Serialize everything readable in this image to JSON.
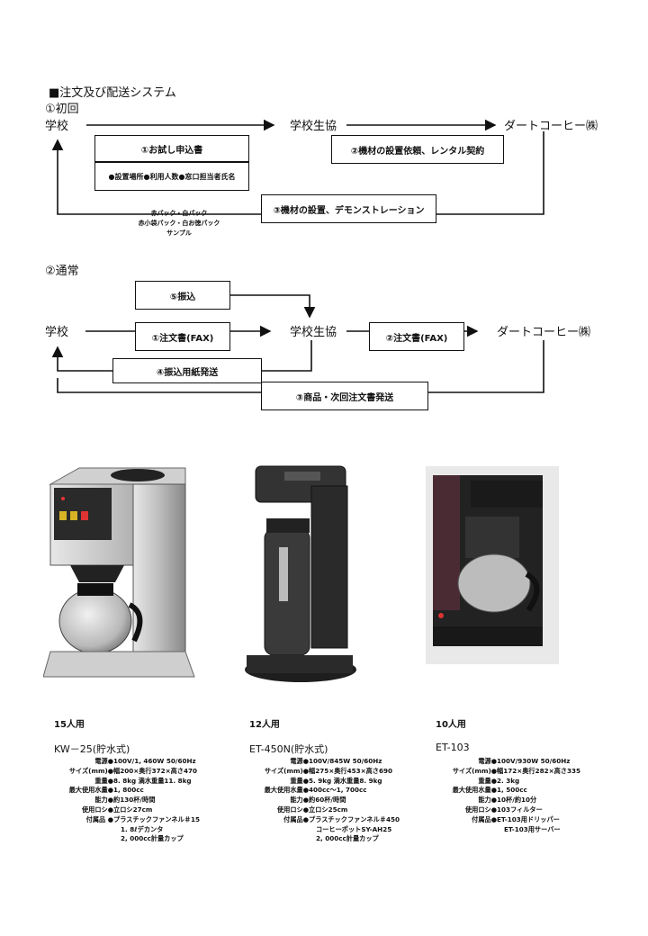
{
  "section_title": "■注文及び配送システム",
  "flow1": {
    "heading": "①初回",
    "school": "学校",
    "coop": "学校生協",
    "dart": "ダートコーヒー㈱",
    "box_trial": "①お試し申込書",
    "box_trial_sub": "●設置場所●利用人数●窓口担当者氏名",
    "box_setup": "②機材の設置依頼、レンタル契約",
    "box_demo": "③機材の設置、デモンストレーション",
    "samples": [
      "赤パック・白パック",
      "赤小袋パック・白お徳パック",
      "サンプル"
    ]
  },
  "flow2": {
    "heading": "②通常",
    "school": "学校",
    "coop": "学校生協",
    "dart": "ダートコーヒー㈱",
    "box_transfer": "⑤振込",
    "box_order_fax": "①注文書(FAX)",
    "box_order_fax2": "②注文書(FAX)",
    "box_slip": "④振込用紙発送",
    "box_goods": "③商品・次回注文書発送"
  },
  "products": [
    {
      "capacity": "15人用",
      "model": "KW－25(貯水式)",
      "specs": [
        [
          "電源●",
          "100V/1, 460W 50/60Hz"
        ],
        [
          "サイズ(mm)●",
          "幅200×奥行372×高さ470"
        ],
        [
          "重量●",
          "8. 8kg 満水重量11. 8kg"
        ],
        [
          "最大使用水量●",
          "1, 800cc"
        ],
        [
          "能力●",
          "約130杯/時間"
        ],
        [
          "使用ロシ●",
          "立ロシ27cm"
        ],
        [
          "付属品 ●",
          "プラスチックファンネル＃15"
        ],
        [
          "",
          "1. 8ℓデカンタ"
        ],
        [
          "",
          "2, 000cc計量カップ"
        ]
      ]
    },
    {
      "capacity": "12人用",
      "model": "ET-450N(貯水式)",
      "specs": [
        [
          "電源●",
          "100V/845W 50/60Hz"
        ],
        [
          "サイズ(mm)●",
          "幅275×奥行453×高さ690"
        ],
        [
          "重量●",
          "5. 9kg 満水重量8. 9kg"
        ],
        [
          "最大使用水量●",
          "400cc～1, 700cc"
        ],
        [
          "能力●",
          "約60杯/時間"
        ],
        [
          "使用ロシ●",
          "立ロシ25cm"
        ],
        [
          "付属品●",
          "プラスチックファンネル＃450"
        ],
        [
          "",
          "コーヒーポットSY-AH25"
        ],
        [
          "",
          "2, 000cc計量カップ"
        ]
      ]
    },
    {
      "capacity": "10人用",
      "model": "ET-103",
      "specs": [
        [
          "電源●",
          "100V/930W 50/60Hz"
        ],
        [
          "サイズ(mm)●",
          "幅172×奥行282×高さ335"
        ],
        [
          "重量●",
          "2. 3kg"
        ],
        [
          "最大使用水量●",
          "1, 500cc"
        ],
        [
          "能力●",
          "10杯/約10分"
        ],
        [
          "使用ロシ●",
          "103フィルター"
        ],
        [
          "付属品●",
          "ET-103用ドリッパー"
        ],
        [
          "",
          "ET-103用サーバー"
        ]
      ]
    }
  ]
}
